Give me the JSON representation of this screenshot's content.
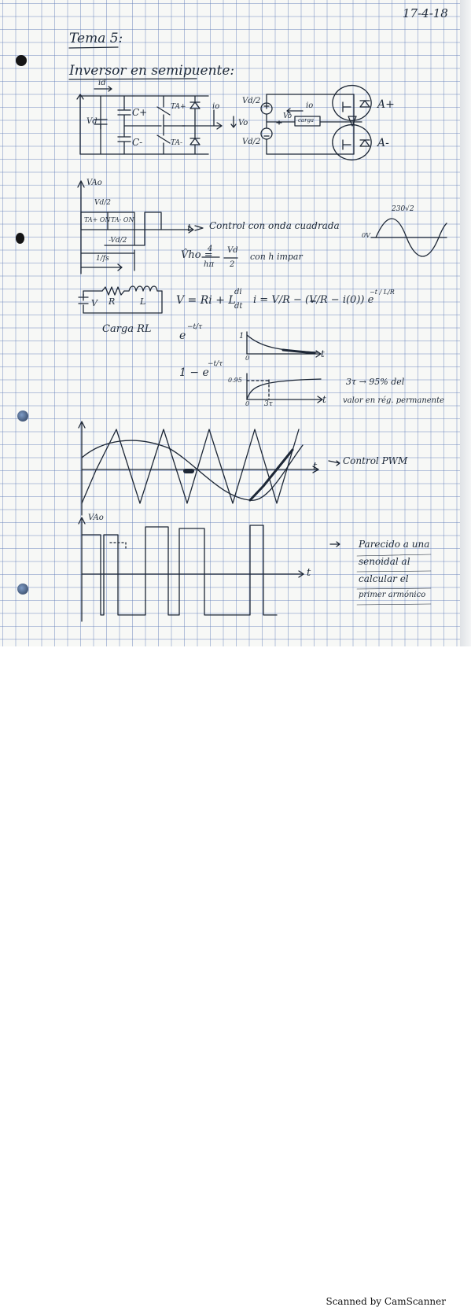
{
  "date": "17-4-18",
  "title": "Tema 5:",
  "subtitle": "Inversor en semipuente:",
  "circuit": {
    "c_plus": "C+",
    "c_minus": "C-",
    "t_plus": "TA+",
    "t_minus": "TA-",
    "vd": "Vd",
    "id": "id",
    "io": "io",
    "vo": "Vo",
    "vd2_top": "Vd/2",
    "vd2_bot": "Vd/2",
    "io_right": "io",
    "vo_right": "Vo",
    "load": "carga",
    "a_plus": "A+",
    "a_minus": "A-"
  },
  "square_wave": {
    "vao": "VAo",
    "vd2_top": "Vd/2",
    "ta_plus_on": "TA+ ON",
    "ta_minus_on": "TA- ON",
    "vd2_bot": "-Vd/2",
    "period": "1/fs",
    "t_axis": "t",
    "note": "Control con onda cuadrada",
    "sine_label": "230√2",
    "sine_v": "0V"
  },
  "formula": {
    "vh": "V̂ho =",
    "frac4_num": "4",
    "frac4_den": "hπ",
    "fracvd_num": "Vd",
    "fracvd_den": "2",
    "impar": "con h impar"
  },
  "rl": {
    "v": "V",
    "r": "R",
    "l": "L",
    "caption": "Carga RL",
    "eq_left": "V = Ri + L",
    "didt_num": "di",
    "didt_den": "dt",
    "eq_right": "i = V/R − (V/R − i(0)) e",
    "exp": "−t / L/R",
    "decay": "e",
    "decay_exp": "−t/τ",
    "one": "1",
    "zero1": "0",
    "t1": "t",
    "rise": "1 − e",
    "rise_exp": "−t/τ",
    "val095": "0.95",
    "zero2": "0",
    "three_tau": "3τ",
    "t2": "t",
    "note_line1": "3τ → 95% del",
    "note_line2": "valor en rég. permanente"
  },
  "pwm": {
    "t_axis": "t",
    "note": "Control PWM"
  },
  "pwm_out": {
    "vao": "VAo",
    "t_axis": "t",
    "note_line1": "Parecido a una",
    "note_line2": "senoidal al",
    "note_line3": "calcular el",
    "note_line4": "primer armónico"
  },
  "footer": "Scanned by CamScanner"
}
